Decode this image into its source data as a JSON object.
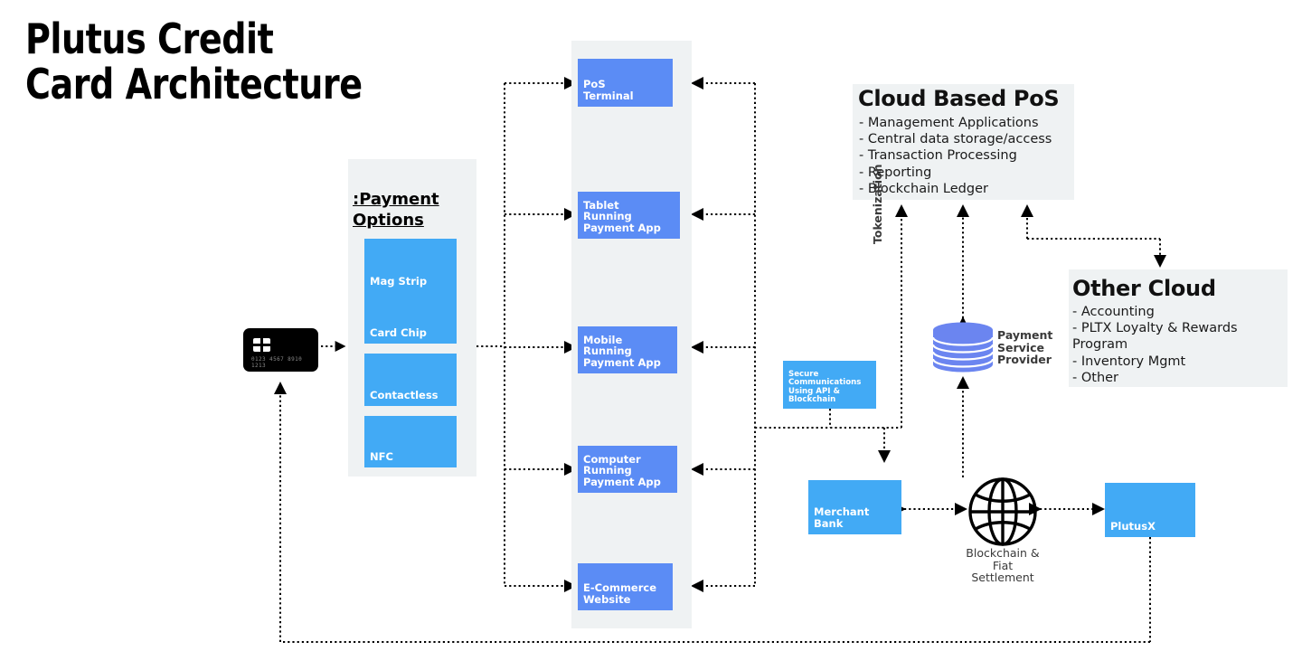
{
  "title": "Plutus Credit\nCard Architecture",
  "colors": {
    "cyan": "#42aaf5",
    "royal": "#5b8cf5",
    "panel": "#eff2f3",
    "card": "#000000",
    "text_dark": "#3a3a3a",
    "connector": "#000000"
  },
  "credit_card": {
    "name": "credit-card",
    "number": "0123 4567 8910 1213",
    "chip": "chip-icon"
  },
  "payment_options": {
    "heading": ":Payment\nOptions",
    "items": [
      {
        "label": "Mag Strip"
      },
      {
        "label": "Card Chip"
      },
      {
        "label": "Contactless"
      },
      {
        "label": "NFC"
      }
    ]
  },
  "devices": {
    "items": [
      {
        "label": "PoS\nTerminal"
      },
      {
        "label": "Tablet\nRunning\nPayment App"
      },
      {
        "label": "Mobile\nRunning\nPayment App"
      },
      {
        "label": "Computer\nRunning\nPayment App"
      },
      {
        "label": "E-Commerce\nWebsite"
      }
    ]
  },
  "cloud_pos": {
    "title": "Cloud Based PoS",
    "items": "- Management Applications\n- Central data storage/access\n- Transaction Processing\n- Reporting\n- Blockchain Ledger"
  },
  "other_cloud": {
    "title": "Other Cloud",
    "items": "- Accounting\n- PLTX Loyalty & Rewards Program\n- Inventory Mgmt\n- Other"
  },
  "secure_comms": {
    "label": "Secure\nCommunications\nUsing API &\nBlockchain"
  },
  "payment_service_provider": {
    "label": "Payment\nService\nProvider"
  },
  "tokenization": {
    "label": "Tokenization"
  },
  "merchant_bank": {
    "label": "Merchant\nBank"
  },
  "settlement": {
    "label": "Blockchain &\nFiat\nSettlement"
  },
  "plutusx": {
    "label": "PlutusX"
  }
}
